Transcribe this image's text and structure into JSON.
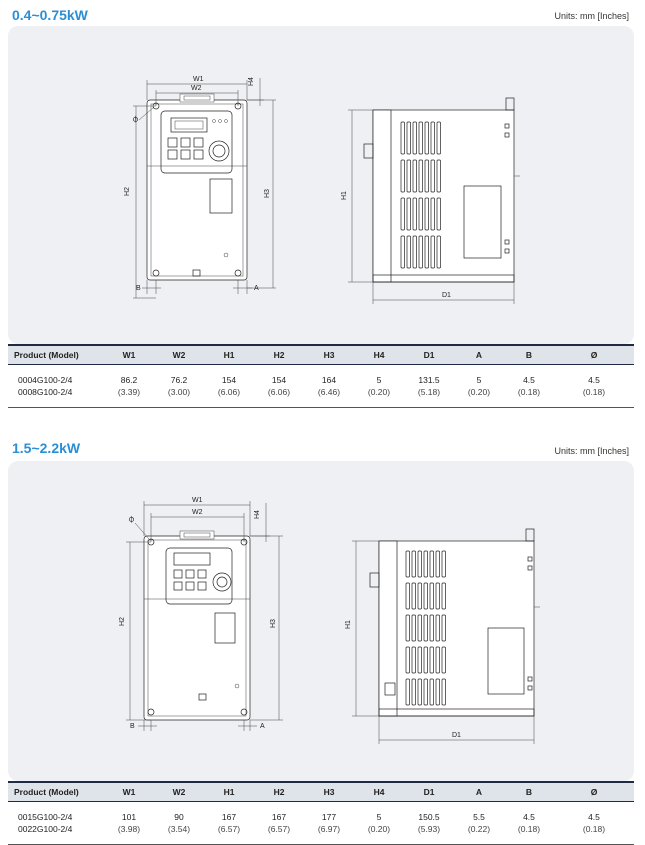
{
  "sections": [
    {
      "title": "0.4~0.75kW",
      "units": "Units: mm [Inches]",
      "dims": {
        "W1": "W1",
        "W2": "W2",
        "H1": "H1",
        "H2": "H2",
        "H3": "H3",
        "H4": "H4",
        "D1": "D1",
        "A": "A",
        "B": "B",
        "phi": "Ø"
      },
      "table": {
        "headers": [
          "Product (Model)",
          "W1",
          "W2",
          "H1",
          "H2",
          "H3",
          "H4",
          "D1",
          "A",
          "B",
          "Ø"
        ],
        "models": [
          "0004G100-2/4",
          "0008G100-2/4"
        ],
        "values": [
          [
            "86.2",
            "(3.39)"
          ],
          [
            "76.2",
            "(3.00)"
          ],
          [
            "154",
            "(6.06)"
          ],
          [
            "154",
            "(6.06)"
          ],
          [
            "164",
            "(6.46)"
          ],
          [
            "5",
            "(0.20)"
          ],
          [
            "131.5",
            "(5.18)"
          ],
          [
            "5",
            "(0.20)"
          ],
          [
            "4.5",
            "(0.18)"
          ],
          [
            "4.5",
            "(0.18)"
          ]
        ]
      }
    },
    {
      "title": "1.5~2.2kW",
      "units": "Units: mm [Inches]",
      "dims": {
        "W1": "W1",
        "W2": "W2",
        "H1": "H1",
        "H2": "H2",
        "H3": "H3",
        "H4": "H4",
        "D1": "D1",
        "A": "A",
        "B": "B",
        "phi": "Ø"
      },
      "table": {
        "headers": [
          "Product (Model)",
          "W1",
          "W2",
          "H1",
          "H2",
          "H3",
          "H4",
          "D1",
          "A",
          "B",
          "Ø"
        ],
        "models": [
          "0015G100-2/4",
          "0022G100-2/4"
        ],
        "values": [
          [
            "101",
            "(3.98)"
          ],
          [
            "90",
            "(3.54)"
          ],
          [
            "167",
            "(6.57)"
          ],
          [
            "167",
            "(6.57)"
          ],
          [
            "177",
            "(6.97)"
          ],
          [
            "5",
            "(0.20)"
          ],
          [
            "150.5",
            "(5.93)"
          ],
          [
            "5.5",
            "(0.22)"
          ],
          [
            "4.5",
            "(0.18)"
          ],
          [
            "4.5",
            "(0.18)"
          ]
        ]
      }
    }
  ]
}
